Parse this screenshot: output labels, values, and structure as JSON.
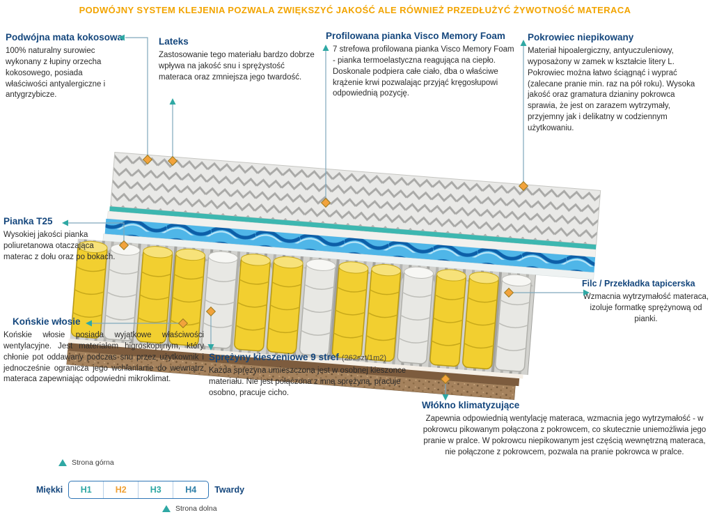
{
  "banner": "PODWÓJNY SYSTEM KLEJENIA POZWALA ZWIĘKSZYĆ JAKOŚĆ ALE RÓWNIEŻ PRZEDŁUŻYĆ ŻYWOTNOŚĆ MATERACA",
  "colors": {
    "accent_orange": "#f2a400",
    "heading_navy": "#15477d",
    "teal": "#2fa8a4",
    "diamond_marker": "#f2a33c",
    "spring_yellow": "#f2cf30",
    "wave_blue": "#4fb6e8",
    "base_brown": "#a5825d"
  },
  "annotations": {
    "coconut": {
      "title": "Podwójna mata kokosowa",
      "body": "100% naturalny surowiec wykonany z łupiny orzecha kokosowego, posiada właściwości antyalergiczne i antygrzybicze."
    },
    "latex": {
      "title": "Lateks",
      "body": "Zastosowanie tego materiału bardzo dobrze wpływa na jakość snu i sprężystość materaca oraz zmniejsza jego twardość."
    },
    "visco": {
      "title": "Profilowana pianka Visco Memory Foam",
      "body": "7 strefowa profilowana pianka Visco Memory Foam - pianka termoelastyczna reagująca na ciepło. Doskonale podpiera całe ciało, dba o właściwe krążenie krwi pozwalając przyjąć kręgosłupowi odpowiednią pozycję."
    },
    "cover": {
      "title": "Pokrowiec niepikowany",
      "body": "Materiał hipoalergiczny, antyuczuleniowy, wyposażony w zamek w kształcie litery L. Pokrowiec można łatwo ściągnąć i wyprać (zalecane pranie min. raz na pół roku). Wysoka jakość oraz gramatura dzianiny pokrowca sprawia, że jest on zarazem wytrzymały, przyjemny jak i delikatny w codziennym użytkowaniu."
    },
    "t25": {
      "title": "Pianka T25",
      "body": "Wysokiej jakości pianka poliuretanowa otaczająca materac z dołu oraz po bokach."
    },
    "horsehair": {
      "title": "Końskie włosie",
      "body": "Końskie włosie posiada wyjątkowe właściwości wentylacyjne. Jest materiałem higroskopijnym, który chłonie pot oddawany podczas snu przez użytkownik i jednocześnie ogranicza jego wchłanianie do wewnątrz materaca zapewniając odpowiedni mikroklimat."
    },
    "springs": {
      "title": "Sprężyny kieszeniowe 9 stref",
      "count": "(262szt/1m2)",
      "body": "Każda sprężyna umieszczona jest w osobnej kieszonce materiału. Nie jest połączona z inną sprężyną, pracuje osobno, pracuje cicho."
    },
    "felt": {
      "title": "Filc / Przekładka tapicerska",
      "body": "Wzmacnia wytrzymałość materaca, izoluje formatkę sprężynową od pianki."
    },
    "fiber": {
      "title": "Włókno klimatyzujące",
      "body": "Zapewnia odpowiednią wentylację materaca, wzmacnia jego wytrzymałość - w pokrowcu pikowanym połączona z pokrowcem, co skutecznie uniemożliwia jego pranie w pralce. W pokrowcu niepikowanym jest częścią wewnętrzną materaca, nie połączone z pokrowcem, pozwala na pranie pokrowca w pralce."
    }
  },
  "hardness_scale": {
    "top_side_label": "Strona górna",
    "bottom_side_label": "Strona dolna",
    "soft_label": "Miękki",
    "hard_label": "Twardy",
    "levels": [
      {
        "label": "H1",
        "color": "#2fa8a4"
      },
      {
        "label": "H2",
        "color": "#f0a033"
      },
      {
        "label": "H3",
        "color": "#2fa8a4"
      },
      {
        "label": "H4",
        "color": "#2f7fa8"
      }
    ],
    "highlighted": "H2"
  },
  "illustration": {
    "layers": [
      "profiled-zigzag-foam",
      "latex-layer",
      "wave-visco-layer",
      "horsehair-layer",
      "pocket-springs",
      "felt-layer",
      "coconut-mat-base"
    ]
  }
}
